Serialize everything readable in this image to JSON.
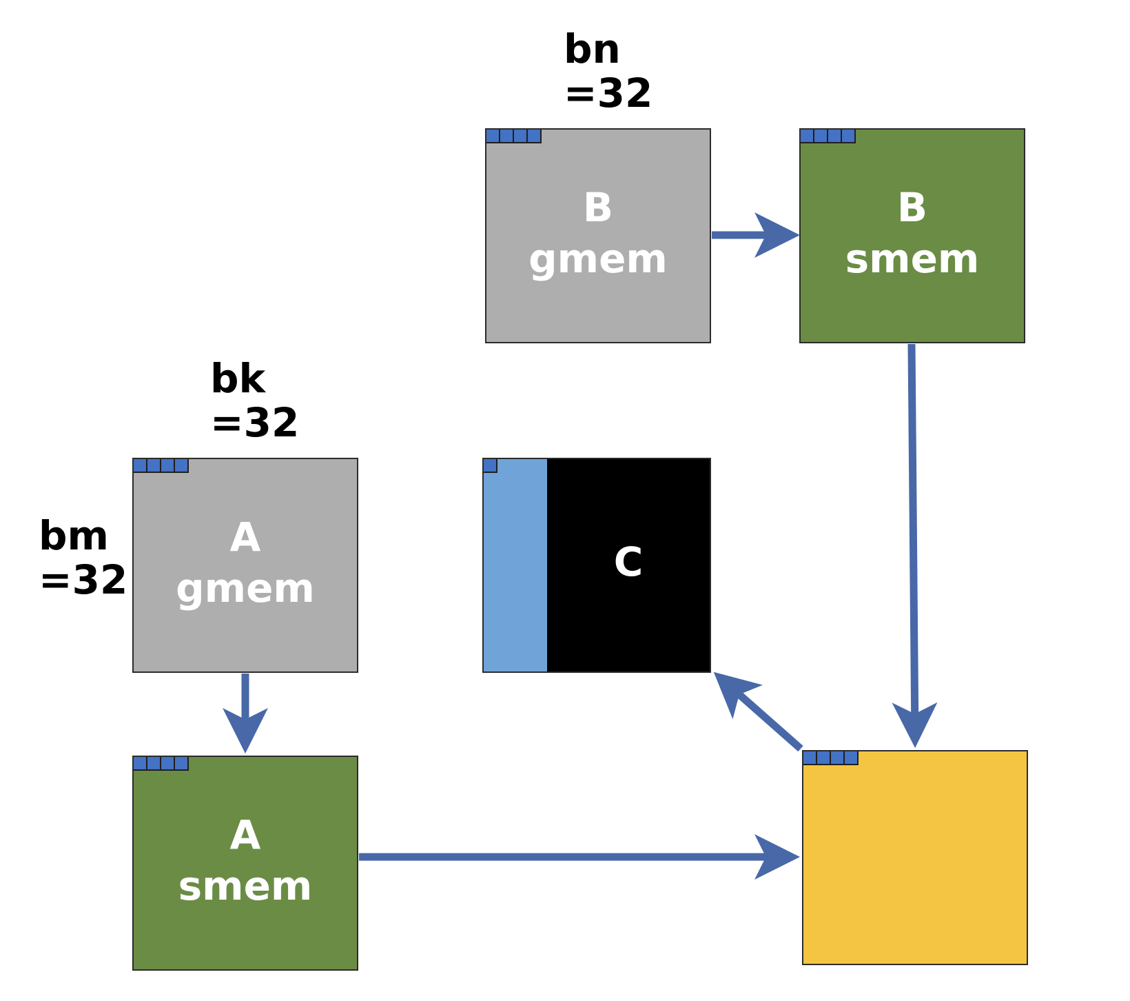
{
  "labels": {
    "bn": {
      "name": "bn",
      "value": "=32"
    },
    "bk": {
      "name": "bk",
      "value": "=32"
    },
    "bm": {
      "name": "bm",
      "value": "=32"
    }
  },
  "blocks": {
    "b_gmem": {
      "title": "B",
      "subtitle": "gmem",
      "color": "#aeaeae"
    },
    "b_smem": {
      "title": "B",
      "subtitle": "smem",
      "color": "#6b8c45"
    },
    "a_gmem": {
      "title": "A",
      "subtitle": "gmem",
      "color": "#aeaeae"
    },
    "a_smem": {
      "title": "A",
      "subtitle": "smem",
      "color": "#6b8c45"
    },
    "c": {
      "title": "C",
      "color": "#000000",
      "stripe_color": "#70a4d8"
    },
    "accumulator": {
      "color": "#f4c542"
    }
  },
  "colors": {
    "arrow": "#4868a8",
    "tile": "#4472c4"
  }
}
